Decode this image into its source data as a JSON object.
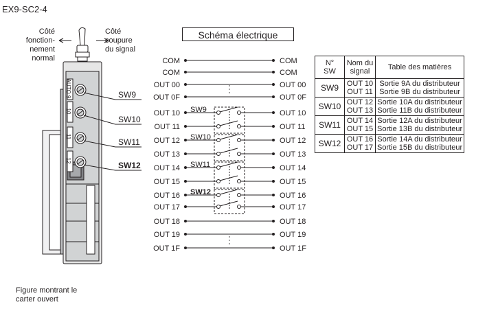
{
  "model": "EX9-SC2-4",
  "schema_title": "Schéma électrique",
  "switch_labels": {
    "left_side": "Côté fonction- nement normal",
    "left_lines": [
      "Côté",
      "fonction-",
      "nement",
      "normal"
    ],
    "right_lines": [
      "Côté",
      "coupure",
      "du signal"
    ]
  },
  "housing": {
    "dial_labels": [
      "AUTO 9",
      "10",
      "11",
      "12"
    ],
    "sw_callouts": [
      "SW9",
      "SW10",
      "SW11",
      "SW12"
    ]
  },
  "caption": [
    "Figure montrant le",
    "carter ouvert"
  ],
  "schematic": {
    "left_labels": [
      "COM",
      "COM",
      "OUT 00",
      "OUT 0F",
      "OUT 10",
      "OUT 11",
      "OUT 12",
      "OUT 13",
      "OUT 14",
      "OUT 15",
      "OUT 16",
      "OUT 17",
      "OUT 18",
      "OUT 19",
      "OUT 1F"
    ],
    "right_labels": [
      "COM",
      "COM",
      "OUT 00",
      "OUT 0F",
      "OUT 10",
      "OUT 11",
      "OUT 12",
      "OUT 13",
      "OUT 14",
      "OUT 15",
      "OUT 16",
      "OUT 17",
      "OUT 18",
      "OUT 19",
      "OUT 1F"
    ],
    "switch_names": [
      "SW9",
      "SW10",
      "SW11",
      "SW12"
    ]
  },
  "table": {
    "headers": [
      "N° SW",
      "Nom du signal",
      "Table des matières"
    ],
    "header_lines": [
      [
        "N°",
        "SW"
      ],
      [
        "Nom du",
        "signal"
      ],
      [
        "Table des matières"
      ]
    ],
    "rows": [
      {
        "sw": "SW9",
        "signals": [
          "OUT 10",
          "OUT 11"
        ],
        "contents": [
          "Sortie 9A du distributeur",
          "Sortie 9B du distributeur"
        ]
      },
      {
        "sw": "SW10",
        "signals": [
          "OUT 12",
          "OUT 13"
        ],
        "contents": [
          "Sortie 10A du distributeur",
          "Sortie 11B du distributeur"
        ]
      },
      {
        "sw": "SW11",
        "signals": [
          "OUT 14",
          "OUT 15"
        ],
        "contents": [
          "Sortie 12A du distributeur",
          "Sortie 13B du distributeur"
        ]
      },
      {
        "sw": "SW12",
        "signals": [
          "OUT 16",
          "OUT 17"
        ],
        "contents": [
          "Sortie 14A du distributeur",
          "Sortie 15B du distributeur"
        ]
      }
    ]
  },
  "colors": {
    "ink": "#231f20",
    "housing_fill": "#e6e6e6",
    "housing_dark": "#a7a9ac"
  }
}
